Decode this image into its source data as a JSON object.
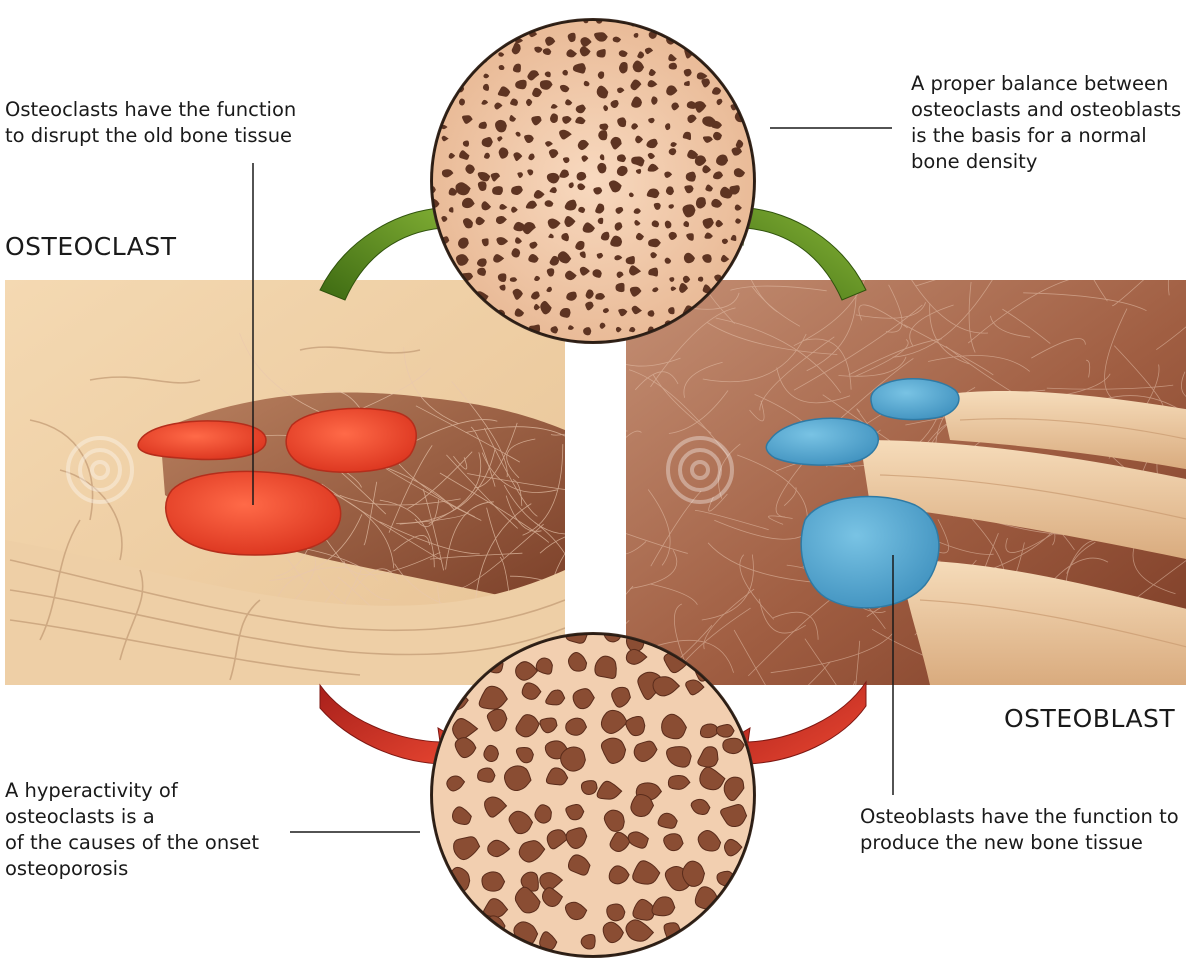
{
  "labels": {
    "osteoclast": "OSTEOCLAST",
    "osteoblast": "OSTEOBLAST"
  },
  "notes": {
    "osteoclast_function": "Osteoclasts have the function\nto disrupt the old bone tissue",
    "balance": "A proper balance between\nosteoclasts and osteoblasts\nis the basis for a normal\nbone density",
    "hyperactivity": "A hyperactivity of\nosteoclasts is a\nof the causes of the onset\nosteoporosis",
    "osteoblast_function": "Osteoblasts have the function to\nproduce the new bone tissue"
  },
  "colors": {
    "bone_light": "#f3d3b4",
    "bone_dark": "#b07556",
    "osteoclast_cell": "#ee4b2b",
    "osteoblast_cell": "#58a9cf",
    "arrow_green": "#6f9a25",
    "arrow_red": "#d33a2a",
    "panel_left": "#ecc99c",
    "panel_right": "#a8684a",
    "leader_line": "#1a1a1a"
  },
  "icons": [
    "curved-arrow-green",
    "curved-arrow-red"
  ]
}
